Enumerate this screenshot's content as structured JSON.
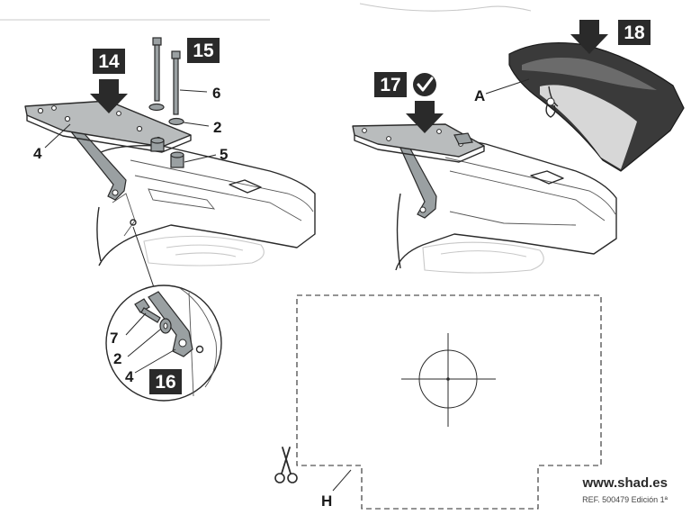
{
  "steps": {
    "s14": "14",
    "s15": "15",
    "s16": "16",
    "s17": "17",
    "s18": "18"
  },
  "parts": {
    "p2a": "2",
    "p2b": "2",
    "p4a": "4",
    "p4b": "4",
    "p5": "5",
    "p6": "6",
    "p7": "7",
    "pA": "A",
    "pH": "H"
  },
  "footer": {
    "url": "www.shad.es",
    "ref": "REF. 500479 Edición 1ª"
  },
  "colors": {
    "ink": "#2a2a2a",
    "plate": "#b9bcbd",
    "background": "#ffffff"
  },
  "icons": [
    "down-arrow-icon",
    "check-icon",
    "scissors-icon",
    "crosshair-icon"
  ]
}
